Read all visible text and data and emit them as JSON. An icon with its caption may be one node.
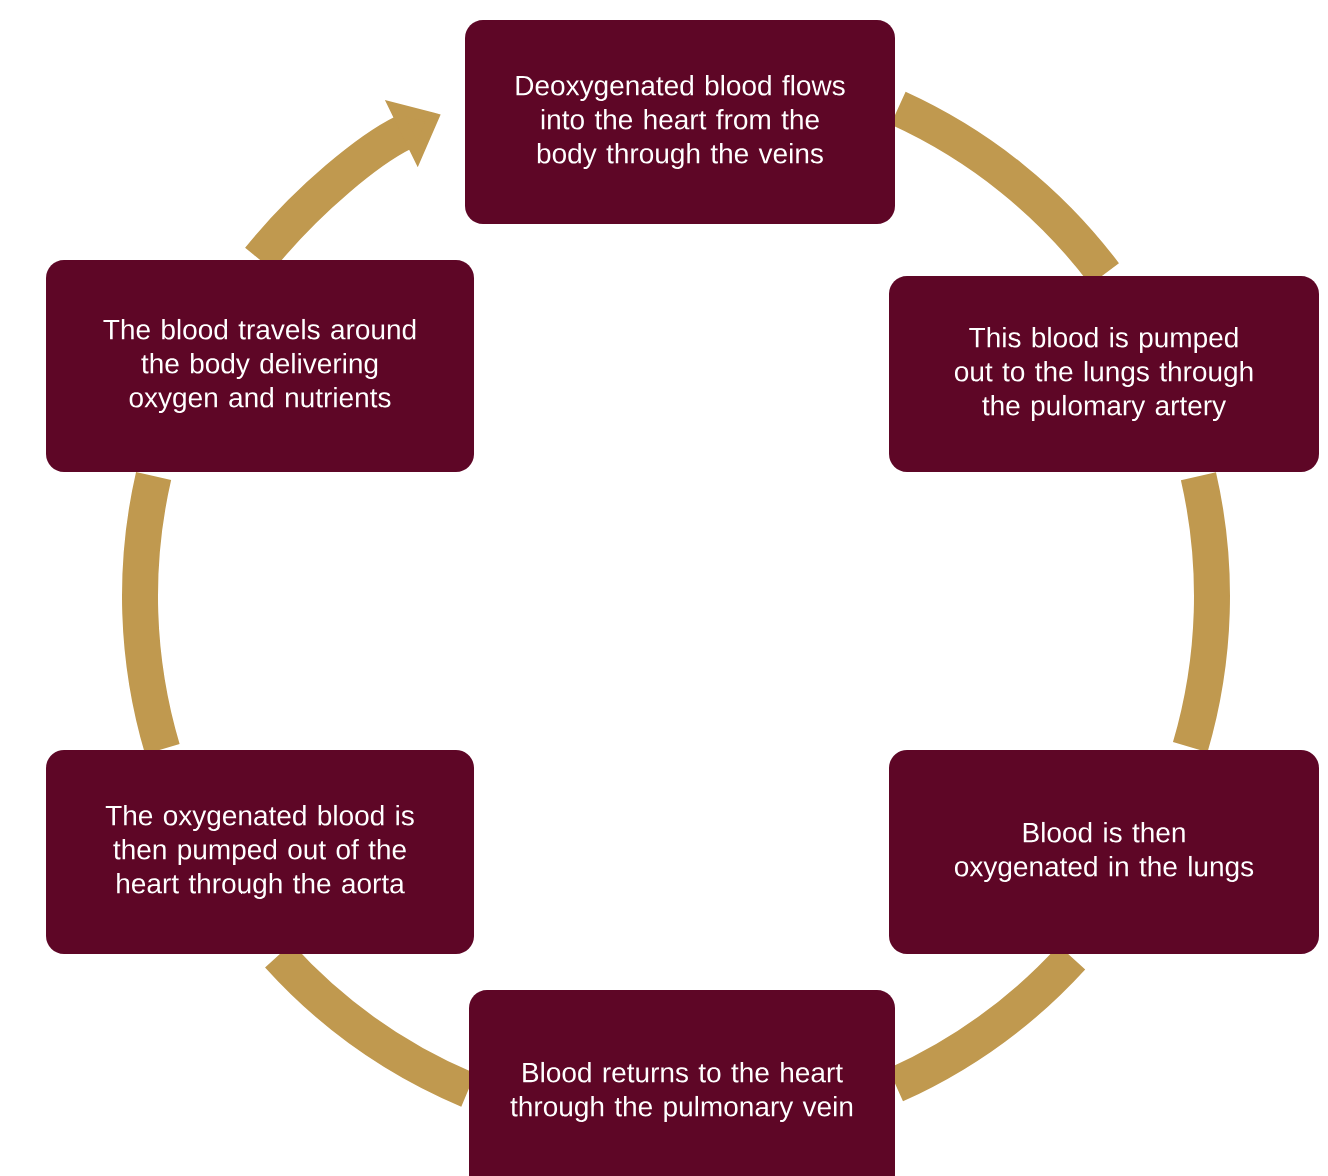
{
  "diagram": {
    "nodes": [
      {
        "text": [
          "Deoxygenated blood flows into the heart from the body through the veins"
        ]
      },
      {
        "text": [
          "This blood is pumped out to the lungs through the pulomary artery"
        ]
      },
      {
        "text": [
          "Blood is then oxygenated in the lungs"
        ]
      },
      {
        "text": [
          "Blood returns to the heart through the pulmonary vein"
        ]
      },
      {
        "text": [
          "The oxygenated blood is then pumped out of the heart through the aorta"
        ]
      },
      {
        "text": [
          "The blood travels around the body delivering oxygen and nutrients"
        ]
      }
    ],
    "edges": [
      {
        "from": 0,
        "to": 1,
        "arrow": "none"
      },
      {
        "from": 1,
        "to": 2,
        "arrow": "none"
      },
      {
        "from": 2,
        "to": 3,
        "arrow": "none"
      },
      {
        "from": 3,
        "to": 4,
        "arrow": "none"
      },
      {
        "from": 4,
        "to": 5,
        "arrow": "none"
      },
      {
        "from": 5,
        "to": 0,
        "arrow": "to"
      }
    ]
  }
}
